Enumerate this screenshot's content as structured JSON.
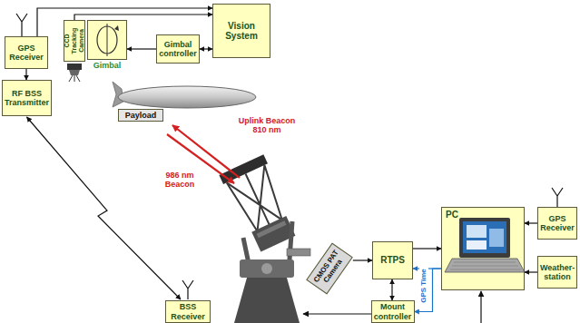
{
  "diagram": {
    "nodes": [
      {
        "text": [
          "GPS Receiver"
        ]
      },
      {
        "text": [
          "RF BSS Transmitter"
        ]
      },
      {
        "text": [
          "CCD Tracking Camera"
        ]
      },
      {
        "text": [
          "Gimbal"
        ]
      },
      {
        "text": [
          "Gimbal controller"
        ]
      },
      {
        "text": [
          "Vision System"
        ]
      },
      {
        "text": [
          "Payload"
        ]
      },
      {
        "text": [
          "CMOS PAT Camera"
        ]
      },
      {
        "text": [
          "RTPS"
        ]
      },
      {
        "text": [
          "PC"
        ]
      },
      {
        "text": [
          "GPS Receiver"
        ]
      },
      {
        "text": [
          "Weather-station"
        ]
      },
      {
        "text": [
          "BSS Receiver"
        ]
      },
      {
        "text": [
          "Mount controller"
        ]
      }
    ],
    "edges": [
      {
        "from": 0,
        "to": 5,
        "arrow": "to"
      },
      {
        "from": 2,
        "to": 5,
        "arrow": "to"
      },
      {
        "from": 0,
        "to": 1,
        "arrow": "to"
      },
      {
        "from": 4,
        "to": 5,
        "arrow": "both"
      },
      {
        "from": 4,
        "to": 3,
        "arrow": "to"
      },
      {
        "from": 1,
        "to": 12,
        "arrow": "both"
      },
      {
        "from": 7,
        "to": 8,
        "arrow": "to"
      },
      {
        "from": 8,
        "to": 9,
        "arrow": "to"
      },
      {
        "from": 8,
        "to": 13,
        "arrow": "both"
      },
      {
        "from": 9,
        "to": 8,
        "arrow": "to"
      },
      {
        "from": 9,
        "to": 13,
        "arrow": "to",
        "label": "GPS Time"
      },
      {
        "from": 10,
        "to": 9,
        "arrow": "to"
      },
      {
        "from": 11,
        "to": 9,
        "arrow": "to"
      }
    ],
    "labels": [
      "Uplink Beacon 810 nm",
      "986 nm Beacon"
    ]
  }
}
